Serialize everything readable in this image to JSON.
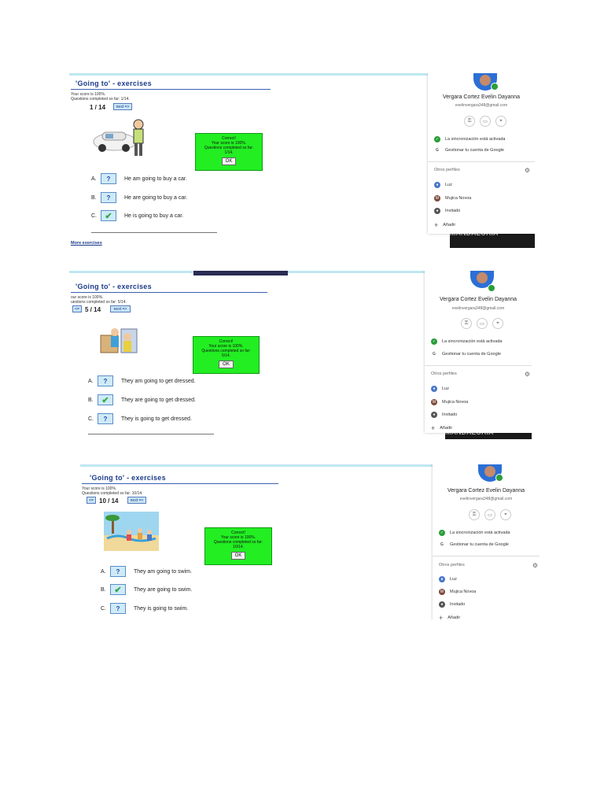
{
  "screens": [
    {
      "title": "'Going to' - exercises",
      "score_line": "Your score is 100%.",
      "completed_line": "Questions completed so far: 1/14.",
      "counter": "1 / 14",
      "next_label": "next =>",
      "popup": {
        "line1": "Correct!",
        "line2": "Your score is 100%.",
        "line3": "Questions completed so far:",
        "line4": "1/14.",
        "ok": "OK"
      },
      "options": [
        {
          "letter": "A.",
          "mark": "?",
          "text": "He am going to buy a car."
        },
        {
          "letter": "B.",
          "mark": "?",
          "text": "He are going to buy a car."
        },
        {
          "letter": "C.",
          "mark": "✔",
          "text": "He is going to buy a car."
        }
      ],
      "more_link": "More exercises",
      "dark_text": "MANDALORIA"
    },
    {
      "title": "'Going to' - exercises",
      "score_line": "our score is 100%.",
      "completed_line": "uestions completed so far: 5/14.",
      "counter": "5 / 14",
      "prev_label": "<=",
      "next_label": "next =>",
      "popup": {
        "line1": "Correct!",
        "line2": "Your score is 100%.",
        "line3": "Questions completed so far:",
        "line4": "5/14.",
        "ok": "OK"
      },
      "options": [
        {
          "letter": "A.",
          "mark": "?",
          "text": "They am going to get dressed."
        },
        {
          "letter": "B.",
          "mark": "✔",
          "text": "They are going to get dressed."
        },
        {
          "letter": "C.",
          "mark": "?",
          "text": "They is going to get dressed."
        }
      ],
      "dark_text": "MANDALORIA"
    },
    {
      "title": "'Going to' - exercises",
      "score_line": "Your score is 100%.",
      "completed_line": "Questions completed so far: 10/14.",
      "counter": "10 / 14",
      "prev_label": "<=",
      "next_label": "next =>",
      "popup": {
        "line1": "Correct!",
        "line2": "Your score is 100%.",
        "line3": "Questions completed so far:",
        "line4": "10/14.",
        "ok": "OK"
      },
      "options": [
        {
          "letter": "A.",
          "mark": "?",
          "text": "They am going to swim."
        },
        {
          "letter": "B.",
          "mark": "✔",
          "text": "They are going to swim."
        },
        {
          "letter": "C.",
          "mark": "?",
          "text": "They is going to swim."
        }
      ]
    }
  ],
  "profile": {
    "name": "Vergara Cortez Evelin Dayanna",
    "email": "evelinvergara348@gmail.com",
    "sync": "La sincronización está activada",
    "manage": "Gestionar tu cuenta de Google",
    "others_header": "Otros perfiles",
    "profiles": [
      "Luz",
      "Mujica Novoa",
      "Invitado"
    ],
    "add": "Añadir",
    "icons": [
      "key-icon",
      "card-icon",
      "location-icon"
    ]
  },
  "colors": {
    "popup": "#22ee22",
    "title": "#1a3a8a",
    "answer_box": "#cfeaf7",
    "check": "#2fa84a",
    "sync": "#2a9d3a"
  }
}
